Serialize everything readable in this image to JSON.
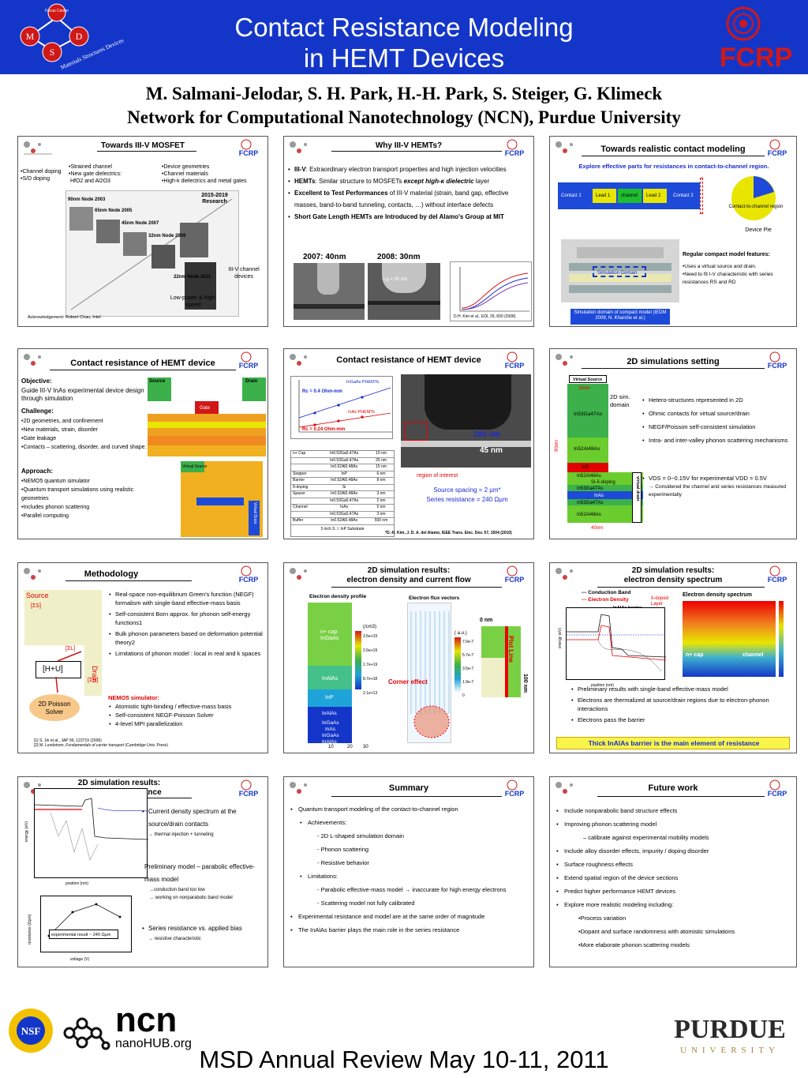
{
  "header": {
    "title_line1": "Contact Resistance Modeling",
    "title_line2": "in HEMT Devices",
    "msd_center": "Focus Center",
    "msd_m": "M",
    "msd_d": "D",
    "msd_s": "S",
    "msd_arc": "Materials Structures Devices",
    "fcrp": "FCRP"
  },
  "authors": {
    "line1": "M. Salmani-Jelodar, S. H. Park, H.-H. Park, S. Steiger, G. Klimeck",
    "line2": "Network for Computational Nanotechnology (NCN), Purdue University"
  },
  "s1": {
    "title": "Towards III-V MOSFET",
    "col1": [
      "Channel doping",
      "S/D doping"
    ],
    "col2": [
      "Strained channel",
      "New gate dielectrics:",
      "HfO2 and Al2O3"
    ],
    "col3": [
      "Device geometries",
      "Channel materials",
      "High-k dielectrics and metal gates"
    ],
    "research": "2015-2019 Research",
    "nodes": [
      "90nm Node 2003",
      "65nm Node 2005",
      "45nm Node 2007",
      "32nm Node 2009",
      "22nm Node 2011"
    ],
    "iii_v": "III-V channel devices",
    "lowpower": "Low-power & high-speed",
    "ack": "Acknowledgement: Robert Chau, Intel"
  },
  "s2": {
    "title": "Why III-V HEMTs?",
    "bullets": [
      {
        "b": "III-V",
        "r": ": Extraordinary electron transport properties and high injection velocities"
      },
      {
        "b": "HEMTs",
        "r": ": Similar structure to MOSFETs ",
        "bi": "except high-κ dielectric",
        "r2": " layer"
      },
      {
        "b": "Excellent to Test Performances",
        "r": " of III-V material (strain, band gap, effective masses, band-to-band tunneling, contacts, …) without interface defects"
      },
      {
        "b": "Short Gate Length HEMTs are Introduced by del Alamo's Group at MIT",
        "r": ""
      }
    ],
    "y2007": "2007: 40nm",
    "y2008": "2008: 30nm",
    "lg30": "Lg = 30 nm",
    "ref": "D.H. Kim et al., EDL 29, 830 (2008)"
  },
  "s3": {
    "title": "Towards realistic contact modeling",
    "subtitle": "Explore effective parts for resistances in contact-to-channel region.",
    "blocks": [
      "Contact 1",
      "Lead 1",
      "channel",
      "Lead 2",
      "Contact 2"
    ],
    "pie_label": "Contact-to-channel region",
    "pie_caption": "Device Pie",
    "features_title": "Regular compact model features:",
    "features": [
      "Uses a virtual source and drain.",
      "Need to fit I-V characteristic with series resistances RS and RD"
    ],
    "sim_domain": "Simulation Domain",
    "sim_caption": "Simulation domain of compact model (IEDM 2009, N. Kharche et al.)"
  },
  "s4": {
    "title": "Contact resistance of HEMT device",
    "obj_h": "Objective:",
    "obj": "Guide III-V InAs experimental device design through simulation",
    "ch_h": "Challenge:",
    "ch": [
      "2D geometries, and confinement",
      "New materials, strain, disorder",
      "Gate leakage",
      "Contacts – scattering, disorder, and curved shape."
    ],
    "ap_h": "Approach:",
    "ap": [
      "NEMO5 quantum simulator",
      "Quantum transport simulations using realistic geometries",
      "Includes phonon scattering",
      "Parallel computing"
    ],
    "source": "Source",
    "drain": "Drain",
    "gate": "Gate",
    "virtual_source": "Virtual Source",
    "virtual_drain": "Virtual Drain"
  },
  "s5": {
    "title": "Contact resistance of HEMT device",
    "legend1": "InGaAs PHEMTs",
    "legend2": "InAs PHEMTs",
    "r1": "Rc = 0.4 Ohm-mm",
    "r2": "Rc = 0.24 Ohm-mm",
    "table": [
      [
        "n+ Cap",
        "In0.53Ga0.47As",
        "10 nm"
      ],
      [
        "",
        "In0.53Ga0.47As",
        "25 nm"
      ],
      [
        "",
        "In0.52Al0.48As",
        "15 nm"
      ],
      [
        "Stopper",
        "InP",
        "6 nm"
      ],
      [
        "Barrier",
        "In0.52Al0.48As",
        "8 nm"
      ],
      [
        "δ-doping",
        "Si",
        ""
      ],
      [
        "Spacer",
        "In0.52Al0.48As",
        "3 nm"
      ],
      [
        "",
        "In0.53Ga0.47As",
        "2 nm"
      ],
      [
        "Channel",
        "InAs",
        "5 nm"
      ],
      [
        "",
        "In0.53Ga0.47As",
        "3 nm"
      ],
      [
        "Buffer",
        "In0.52Al0.48As",
        "500 nm"
      ]
    ],
    "substrate": "3 inch S. I. InP Substrate",
    "scale1": "200 nm",
    "scale2": "45 nm",
    "region": "region of interest",
    "spacing": "Source spacing = 2 µm*",
    "series": "Series resistance = 240 Ωµm",
    "ref": "*D.-H. Kim, J. D. A. del Alamo, IEEE Trans. Elec. Dev. 57, 1504 (2010)"
  },
  "s6": {
    "title": "2D simulations setting",
    "virtual_source": "Virtual Source",
    "virtual_drain": "virtual drain",
    "w25": "25nm",
    "w40": "40nm",
    "h90": "90nm",
    "domain": "2D sim. domain",
    "layers": [
      "In53Ga47As",
      "In52Al48As",
      "InP",
      "In52Al48As",
      "Si-δ-doping",
      "In53Ga47As",
      "InAs",
      "In53Ga47As",
      "In52Al48As"
    ],
    "bullets": [
      "Hetero-structures represented in 2D",
      "Ohmic contacts for virtual source/drain",
      "NEGF/Poisson self-consistent simulation",
      "Intra- and inter-valley phonon scattering mechanisms"
    ],
    "vds": "VDS = 0~0.15V for experimental VDD = 0.5V",
    "vds2": "→ Considered the channel and series resistances measured experimentally"
  },
  "s7": {
    "title": "Methodology",
    "source": "Source",
    "drain": "Drain",
    "hu": "[H+U]",
    "sl": "[ΣL]",
    "sr": "[ΣR]",
    "ss": "[ΣS]",
    "poisson": "2D Poisson Solver",
    "bullets": [
      "Real-space non-equilibrium Green's function (NEGF) formalism with single-band effective-mass basis",
      "Self-consistent Born approx. for phonon self-energy functions1",
      "Bulk phonon parameters based on deformation potential theory2",
      "Limitations of phonon model : local in real and k spaces"
    ],
    "nemo_h": "NEMO5 simulator:",
    "nemo": [
      "Atomistic tight-binding / effective-mass basis",
      "Self-consistent NEGF-Poisson Solver",
      "4-level MPI parallelization"
    ],
    "ref1": "[1] S. Jin et al., JAP 99, 123719 (2006)",
    "ref2a": "[2] M. Lundstrom, ",
    "ref2b": "Fundamentals of carrier transport",
    "ref2c": " (Cambridge Univ. Press)"
  },
  "s8": {
    "title": "2D simulation results:",
    "title2": "electron density and current flow",
    "profile": "Electron density profile",
    "flux": "Electron flux vectors",
    "units1": "(/cm3)",
    "units2": "( a.u.)",
    "scale1": [
      "3.5e+19",
      "2.6e+19",
      "1.7e+19",
      "8.7e+18",
      "2.1e+13"
    ],
    "scale2": [
      "7.0e-7",
      "5.7e-7",
      "3.5e-7",
      "1.9e-7",
      "0"
    ],
    "layers": [
      "n+ cap InGaAs",
      "InAlAs",
      "InP",
      "InAlAs",
      "InGaAs",
      "InAs",
      "InGaAs",
      "InAlAs"
    ],
    "corner": "Corner effect",
    "zero": "0 nm",
    "plotline": "Plot Line",
    "hundred": "100 nm",
    "xticks": [
      "10",
      "20",
      "30"
    ]
  },
  "s9": {
    "title": "2D simulation results:",
    "title2": "electron density spectrum",
    "leg1": "--- Conduction Band",
    "leg2": "--- Electron Density",
    "barrier": "InAlAs barrier",
    "delta": "δ-doped Layer",
    "spectrum": "Electron density spectrum",
    "ncap": "n+ cap",
    "channel": "channel",
    "bullets": [
      "Preliminary results with single-band effective-mass model",
      "Electrons are thermalized at source/drain regions due to electron-phonon interactions",
      "Electrons pass the barrier"
    ],
    "highlight": "Thick InAlAs barrier is the main element of resistance",
    "xlabel": "position (nm)",
    "ylabel": "energy (eV)"
  },
  "s10": {
    "title": "2D simulation results:",
    "title2": "current and resistance",
    "b1": "Current density spectrum at the source/drain contacts",
    "b1s": "→ thermal injection + tunneling",
    "b2": "Preliminary model – parabolic effective-mass model",
    "b2s1": "→conduction band too low",
    "b2s2": "→ working on nonparabolic band model",
    "b3": "Series resistance vs. applied bias",
    "b3s": "→ resistive characteristic",
    "exp": "experimental result ~ 240 Ωµm",
    "xlabel1": "position (nm)",
    "xlabel2": "voltage (V)",
    "ylabel1": "energy (eV)",
    "ylabel2": "resistance (Ωµm)"
  },
  "s11": {
    "title": "Summary",
    "items": [
      {
        "lvl": 0,
        "text": "Quantum transport modeling of the contact-to-channel region"
      },
      {
        "lvl": 1,
        "text": "Achievements:"
      },
      {
        "lvl": 2,
        "text": "- 2D L-shaped simulation domain"
      },
      {
        "lvl": 2,
        "text": "- Phonon scattering"
      },
      {
        "lvl": 2,
        "text": "- Resistive behavior"
      },
      {
        "lvl": 1,
        "text": "Limitations:"
      },
      {
        "lvl": 2,
        "text": "- Parabolic effective-mass model → inaccurate for high energy electrons"
      },
      {
        "lvl": 2,
        "text": "- Scattering model not fully calibrated"
      },
      {
        "lvl": 0,
        "text": "Experimental resistance and model are at the same order of magnitude"
      },
      {
        "lvl": 0,
        "text": "The InAlAs barrier plays the main role in the series resistance"
      }
    ]
  },
  "s12": {
    "title": "Future work",
    "items": [
      {
        "lvl": 0,
        "text": "Include nonparabolic band structure effects"
      },
      {
        "lvl": 0,
        "text": "Improving phonon scattering model"
      },
      {
        "lvl": 2,
        "text": "– calibrate against experimental mobility models"
      },
      {
        "lvl": 0,
        "text": "Include alloy disorder effects, impurity / doping disorder"
      },
      {
        "lvl": 0,
        "text": "Surface roughness effects"
      },
      {
        "lvl": 0,
        "text": "Extend spatial region of the device sections"
      },
      {
        "lvl": 0,
        "text": "Predict higher performance HEMT devices"
      },
      {
        "lvl": 0,
        "text": "Explore more realistic modeling including:"
      },
      {
        "lvl": 3,
        "text": "•Process variation"
      },
      {
        "lvl": 3,
        "text": "•Dopant and surface randomness with atomistic simulations"
      },
      {
        "lvl": 3,
        "text": "•More elaborate phonon scattering models"
      }
    ]
  },
  "footer": {
    "text": "MSD Annual Review May 10-11, 2011",
    "nsf": "NSF",
    "ncn": "ncn",
    "nanohub": "nanoHUB.org",
    "purdue": "PURDUE",
    "university": "UNIVERSITY"
  }
}
